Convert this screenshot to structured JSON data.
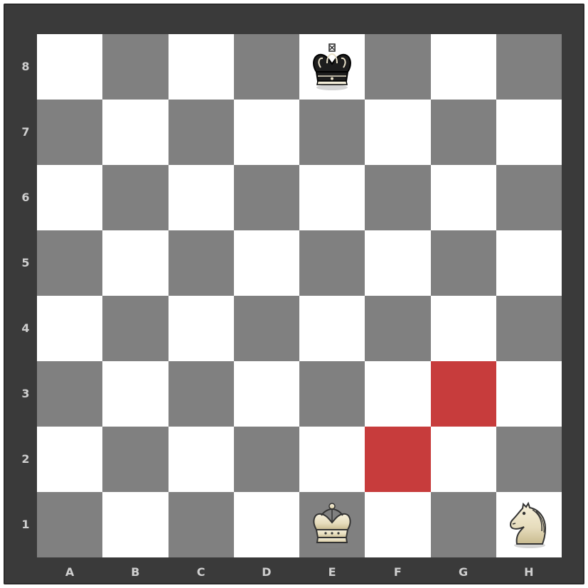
{
  "board": {
    "files": [
      "A",
      "B",
      "C",
      "D",
      "E",
      "F",
      "G",
      "H"
    ],
    "ranks": [
      "8",
      "7",
      "6",
      "5",
      "4",
      "3",
      "2",
      "1"
    ],
    "highlighted_squares": [
      "f2",
      "g3"
    ],
    "highlight_color": "#c73c3c",
    "light_square_color": "#ffffff",
    "dark_square_color": "#808080",
    "pieces": [
      {
        "square": "e8",
        "piece": "king",
        "color": "black",
        "icon": "black-king-icon"
      },
      {
        "square": "e1",
        "piece": "king",
        "color": "white",
        "icon": "white-king-icon"
      },
      {
        "square": "h1",
        "piece": "knight",
        "color": "white",
        "icon": "white-knight-icon"
      }
    ]
  }
}
